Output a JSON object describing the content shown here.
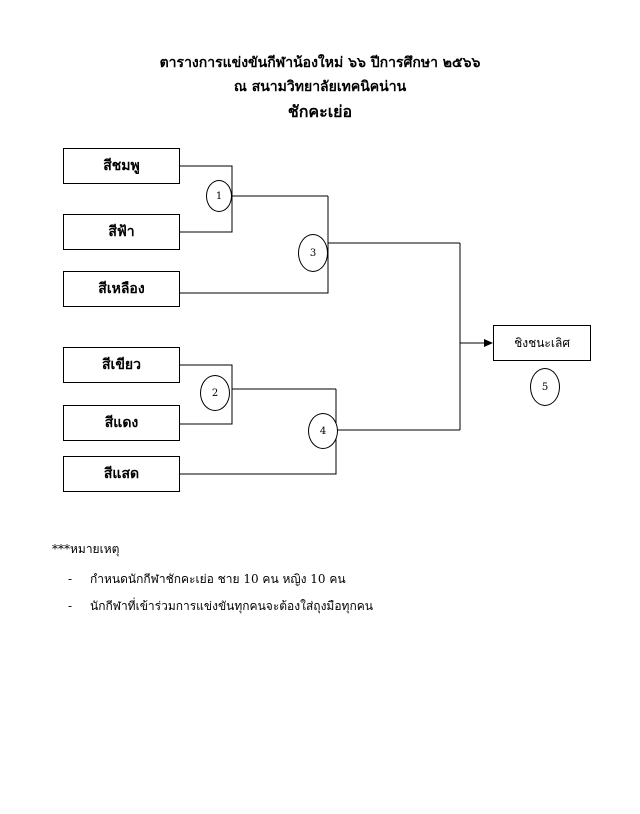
{
  "header": {
    "line1": "ตารางการแข่งขันกีฬาน้องใหม่ ๖๖  ปีการศึกษา ๒๕๖๖",
    "line2": "ณ สนามวิทยาลัยเทคนิคน่าน",
    "line3": "ชักคะเย่อ"
  },
  "teams": {
    "pink": "สีชมพู",
    "sky": "สีฟ้า",
    "yellow": "สีเหลือง",
    "green": "สีเขียว",
    "red": "สีแดง",
    "orange": "สีแสด"
  },
  "matches": {
    "m1": "1",
    "m2": "2",
    "m3": "3",
    "m4": "4",
    "m5": "5"
  },
  "final": {
    "label": "ชิงชนะเลิศ"
  },
  "notes": {
    "heading": "***หมายเหตุ",
    "dash": "-",
    "items": [
      "กำหนดนักกีฬาชักคะเย่อ ชาย 10 คน หญิง 10 คน",
      "นักกีฬาที่เข้าร่วมการแข่งขันทุกคนจะต้องใส่ถุงมือทุกคน"
    ]
  }
}
